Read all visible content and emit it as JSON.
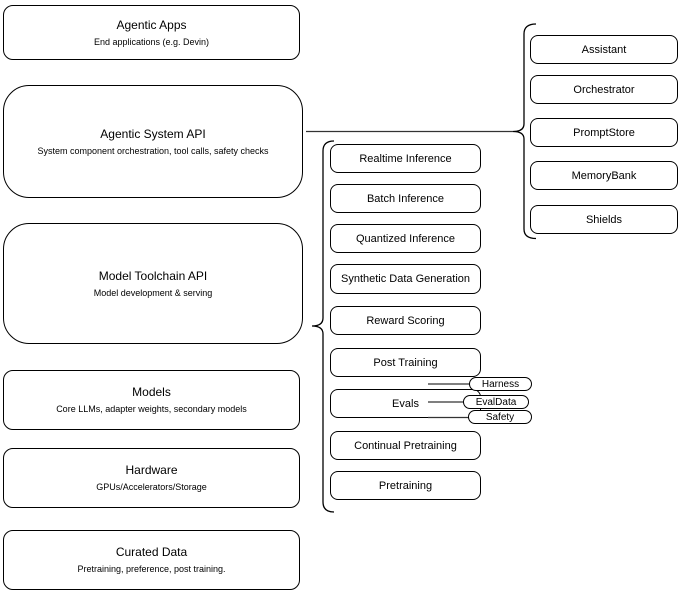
{
  "left_stack": [
    {
      "title": "Agentic Apps",
      "subtitle": "End applications (e.g. Devin)"
    },
    {
      "title": "Agentic System API",
      "subtitle": "System component orchestration, tool calls, safety checks"
    },
    {
      "title": "Model Toolchain API",
      "subtitle": "Model development & serving"
    },
    {
      "title": "Models",
      "subtitle": "Core LLMs, adapter weights, secondary models"
    },
    {
      "title": "Hardware",
      "subtitle": "GPUs/Accelerators/Storage"
    },
    {
      "title": "Curated Data",
      "subtitle": "Pretraining, preference, post training."
    }
  ],
  "toolchain_group": [
    "Realtime Inference",
    "Batch Inference",
    "Quantized Inference",
    "Synthetic Data Generation",
    "Reward Scoring",
    "Post Training",
    "Evals",
    "Continual Pretraining",
    "Pretraining"
  ],
  "evals_tags": [
    "Harness",
    "EvalData",
    "Safety"
  ],
  "system_components_group": [
    "Assistant",
    "Orchestrator",
    "PromptStore",
    "MemoryBank",
    "Shields"
  ],
  "colors": {
    "stroke": "#000000",
    "background": "#ffffff",
    "connector": "#333333"
  }
}
